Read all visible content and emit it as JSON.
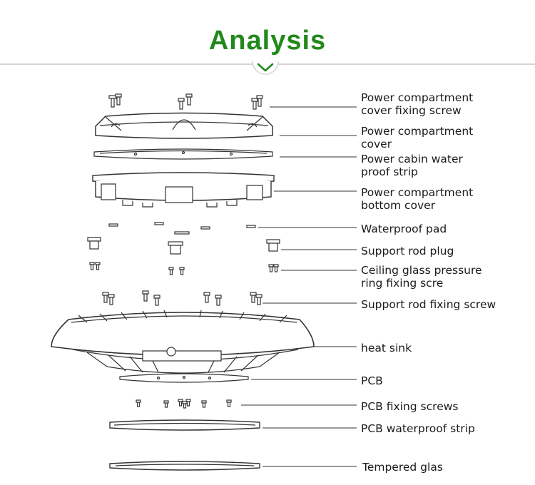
{
  "header": {
    "title": "Analysis",
    "accent_color": "#22891b",
    "indicator_icon": "chevron-down-icon"
  },
  "labels": [
    {
      "key": "power_compartment_cover_fixing_screw",
      "lines": [
        "Power compartment",
        "cover fixing screw"
      ]
    },
    {
      "key": "power_compartment_cover",
      "lines": [
        "Power compartment",
        "cover"
      ]
    },
    {
      "key": "power_cabin_water_proof_strip",
      "lines": [
        "Power cabin water",
        "proof strip"
      ]
    },
    {
      "key": "power_compartment_bottom_cover",
      "lines": [
        "Power compartment",
        "bottom cover"
      ]
    },
    {
      "key": "waterproof_pad",
      "lines": [
        "Waterproof pad"
      ]
    },
    {
      "key": "support_rod_plug",
      "lines": [
        "Support rod plug"
      ]
    },
    {
      "key": "ceiling_glass_pressure_ring_fixing_screw",
      "lines": [
        "Ceiling glass pressure",
        "ring fixing scre"
      ]
    },
    {
      "key": "support_rod_fixing_screw",
      "lines": [
        "Support rod fixing screw"
      ]
    },
    {
      "key": "heat_sink",
      "lines": [
        "heat sink"
      ]
    },
    {
      "key": "pcb",
      "lines": [
        "PCB"
      ]
    },
    {
      "key": "pcb_fixing_screws",
      "lines": [
        "PCB fixing screws"
      ]
    },
    {
      "key": "pcb_waterproof_strip",
      "lines": [
        "PCB waterproof strip"
      ]
    },
    {
      "key": "tempered_glass",
      "lines": [
        "Tempered glas"
      ]
    }
  ]
}
